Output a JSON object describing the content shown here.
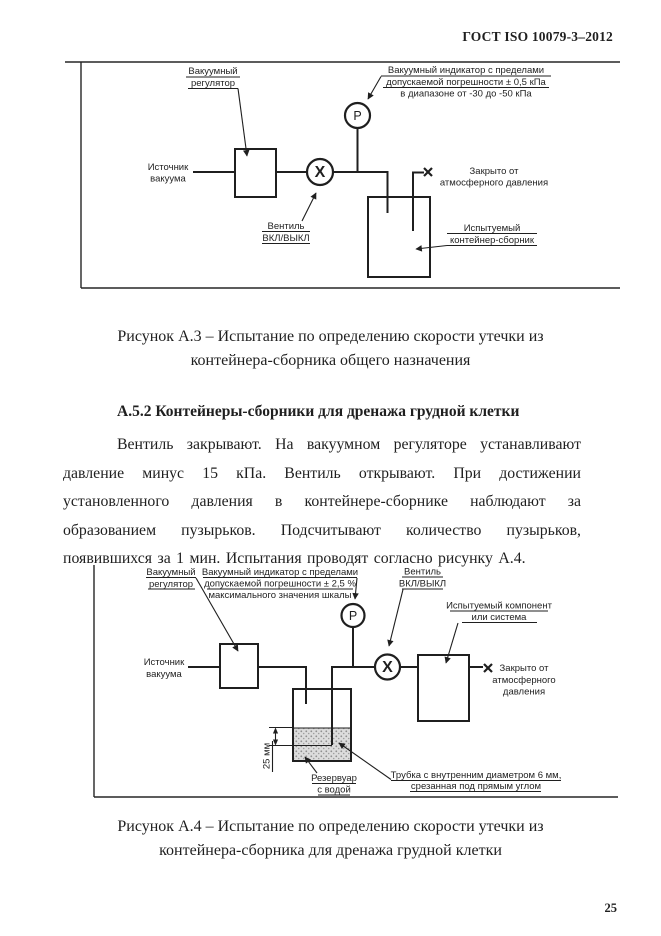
{
  "colors": {
    "ink": "#1f1f1f",
    "paper": "#ffffff"
  },
  "page": {
    "header": "ГОСТ ISO 10079-3–2012",
    "number": "25"
  },
  "figure_a3": {
    "labels": {
      "source": [
        "Источник",
        "вакуума"
      ],
      "regulator": [
        "Вакуумный",
        "регулятор"
      ],
      "indicator": [
        "Вакуумный индикатор с пределами",
        "допускаемой погрешности ± 0,5 кПа",
        "в диапазоне от -30 до -50 кПа"
      ],
      "valve": [
        "Вентиль",
        "ВКЛ/ВЫКЛ"
      ],
      "closed": [
        "Закрыто от",
        "атмосферного давления"
      ],
      "container": [
        "Испытуемый",
        "контейнер-сборник"
      ],
      "gauge_letter": "P",
      "valve_letter": "X"
    },
    "caption": [
      "Рисунок А.3 – Испытание по определению скорости утечки из",
      "контейнера-сборника общего назначения"
    ]
  },
  "section": {
    "heading": "А.5.2 Контейнеры-сборники для дренажа грудной клетки",
    "paragraph": "Вентиль закрывают. На вакуумном регуляторе устанавливают давление минус 15 кПа. Вентиль открывают. При достижении установленного давления в контейнере-сборнике наблюдают за образованием пузырьков. Подсчитывают количество пузырьков, появившихся за 1 мин. Испытания проводят согласно рисунку А.4."
  },
  "figure_a4": {
    "labels": {
      "source": [
        "Источник",
        "вакуума"
      ],
      "regulator": [
        "Вакуумный",
        "регулятор"
      ],
      "indicator": [
        "Вакуумный индикатор с пределами",
        "допускаемой погрешности ± 2,5 %",
        "максимального значения шкалы"
      ],
      "valve": [
        "Вентиль",
        "ВКЛ/ВЫКЛ"
      ],
      "component": [
        "Испытуемый компонент",
        "или система"
      ],
      "closed": [
        "Закрыто от",
        "атмосферного",
        "давления"
      ],
      "reservoir": [
        "Резервуар",
        "с водой"
      ],
      "tube": [
        "Трубка с внутренним диаметром 6 мм,",
        "срезанная под прямым углом"
      ],
      "dimension": "25 мм",
      "gauge_letter": "P",
      "valve_letter": "X"
    },
    "caption": [
      "Рисунок А.4 – Испытание по определению скорости утечки из",
      "контейнера-сборника для дренажа грудной клетки"
    ]
  }
}
